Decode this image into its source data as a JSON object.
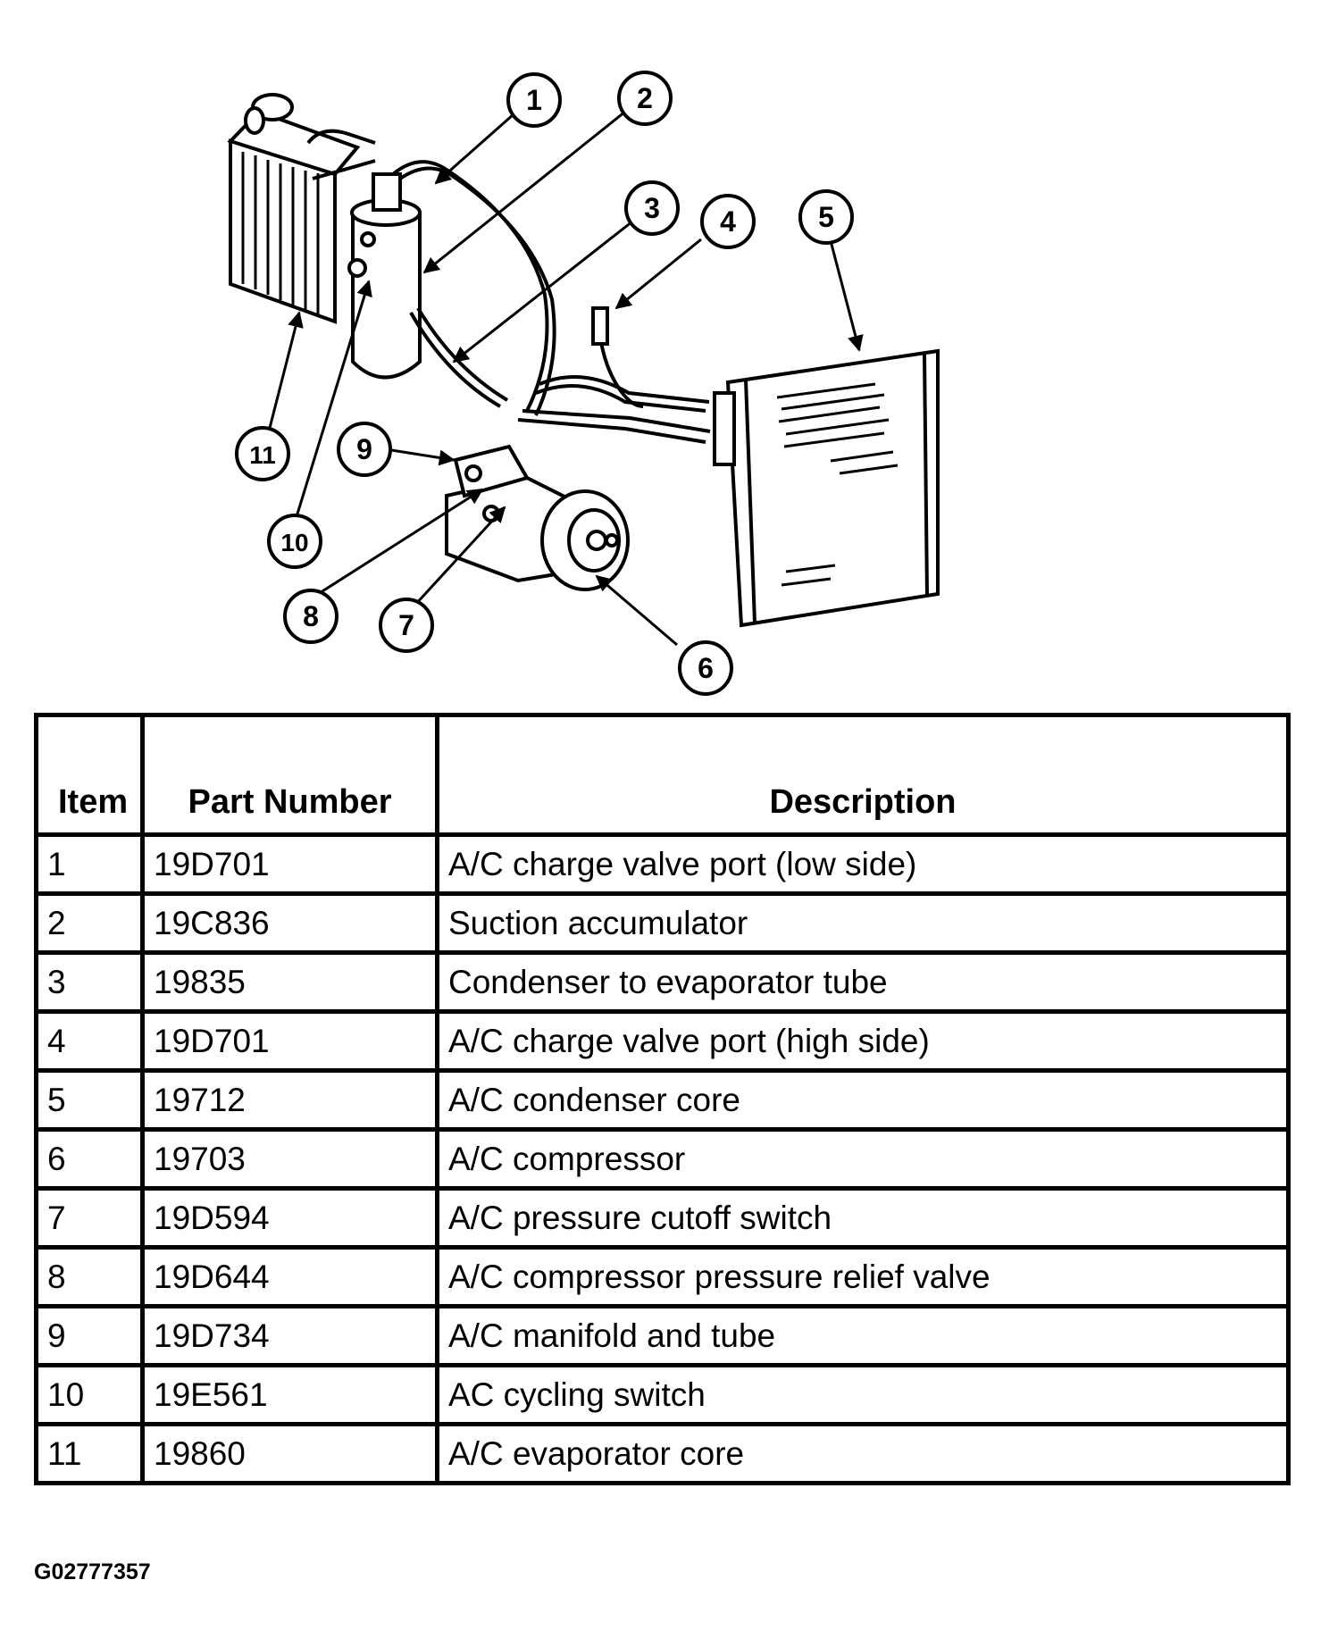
{
  "callouts": [
    "1",
    "2",
    "3",
    "4",
    "5",
    "6",
    "7",
    "8",
    "9",
    "10",
    "11"
  ],
  "table": {
    "headers": [
      "Item",
      "Part Number",
      "Description"
    ],
    "rows": [
      {
        "item": "1",
        "part": "19D701",
        "desc": "A/C charge valve port (low side)"
      },
      {
        "item": "2",
        "part": "19C836",
        "desc": "Suction accumulator"
      },
      {
        "item": "3",
        "part": "19835",
        "desc": "Condenser to evaporator tube"
      },
      {
        "item": "4",
        "part": "19D701",
        "desc": "A/C charge valve port (high side)"
      },
      {
        "item": "5",
        "part": "19712",
        "desc": "A/C condenser core"
      },
      {
        "item": "6",
        "part": "19703",
        "desc": "A/C compressor"
      },
      {
        "item": "7",
        "part": "19D594",
        "desc": "A/C pressure cutoff switch"
      },
      {
        "item": "8",
        "part": "19D644",
        "desc": "A/C compressor pressure relief valve"
      },
      {
        "item": "9",
        "part": "19D734",
        "desc": "A/C manifold and tube"
      },
      {
        "item": "10",
        "part": "19E561",
        "desc": "AC cycling switch"
      },
      {
        "item": "11",
        "part": "19860",
        "desc": "A/C evaporator core"
      }
    ]
  },
  "figure_id": "G02777357"
}
